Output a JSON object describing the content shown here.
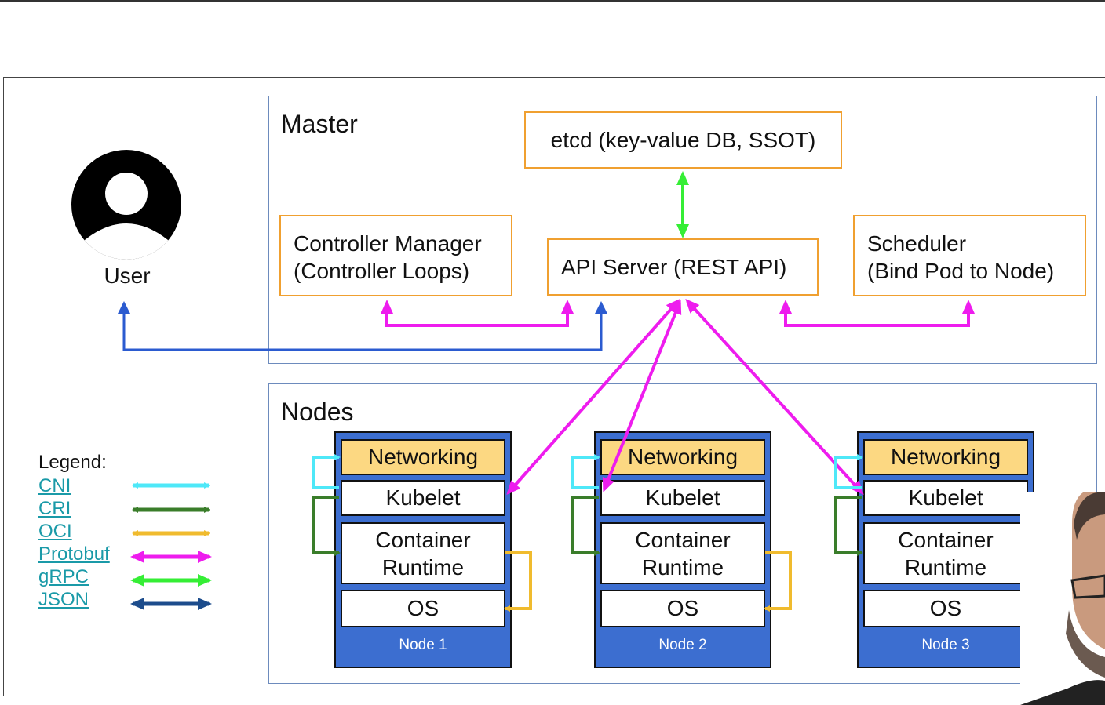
{
  "master": {
    "title": "Master",
    "etcd": "etcd (key-value DB, SSOT)",
    "controller_manager": [
      "Controller Manager",
      "(Controller Loops)"
    ],
    "api_server": "API Server (REST API)",
    "scheduler": [
      "Scheduler",
      "(Bind Pod to Node)"
    ]
  },
  "nodes": {
    "title": "Nodes",
    "items": [
      {
        "networking": "Networking",
        "kubelet": "Kubelet",
        "runtime": [
          "Container",
          "Runtime"
        ],
        "os": "OS",
        "label": "Node 1"
      },
      {
        "networking": "Networking",
        "kubelet": "Kubelet",
        "runtime": [
          "Container",
          "Runtime"
        ],
        "os": "OS",
        "label": "Node 2"
      },
      {
        "networking": "Networking",
        "kubelet": "Kubelet",
        "runtime": [
          "Container",
          "Runtime"
        ],
        "os": "OS",
        "label": "Node 3"
      }
    ]
  },
  "user": {
    "label": "User",
    "icon": "user-avatar-icon"
  },
  "legend": {
    "title": "Legend:",
    "items": [
      {
        "label": "CNI",
        "color": "#4ee8f8"
      },
      {
        "label": "CRI",
        "color": "#3a7d2a"
      },
      {
        "label": "OCI",
        "color": "#f0bb2e"
      },
      {
        "label": "Protobuf",
        "color": "#ee1cee"
      },
      {
        "label": "gRPC",
        "color": "#35ee35"
      },
      {
        "label": "JSON",
        "color": "#1c4c8c"
      }
    ]
  },
  "colors": {
    "api_link": "#2b5bd0",
    "box_border": "#f0a030",
    "node_fill": "#3c6ed0",
    "networking_fill": "#fcd882"
  }
}
